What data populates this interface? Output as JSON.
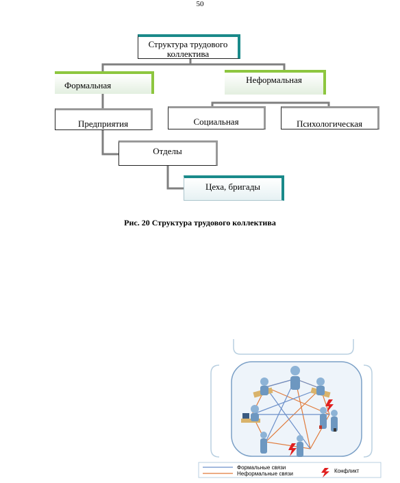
{
  "page_number": "50",
  "org_chart": {
    "root": "Структура трудового коллектива",
    "formal": "Формальная",
    "informal": "Неформальная",
    "enterprise": "Предприятия",
    "departments": "Отделы",
    "workshops": "Цеха, бригады",
    "social": "Социальная",
    "psychological": "Психологическая"
  },
  "caption": "Рис. 20  Структура трудового коллектива",
  "network_legend": {
    "formal_links": "Формальные связи",
    "informal_links": "Неформальные связи",
    "conflict": "Конфликт"
  },
  "colors": {
    "connector": "#7f7f7f",
    "teal_accent": "#1a8a8a",
    "green_accent": "#8dc63f",
    "formal_link": "#6b8fc9",
    "informal_link": "#e07a3a",
    "conflict": "#e02020"
  }
}
